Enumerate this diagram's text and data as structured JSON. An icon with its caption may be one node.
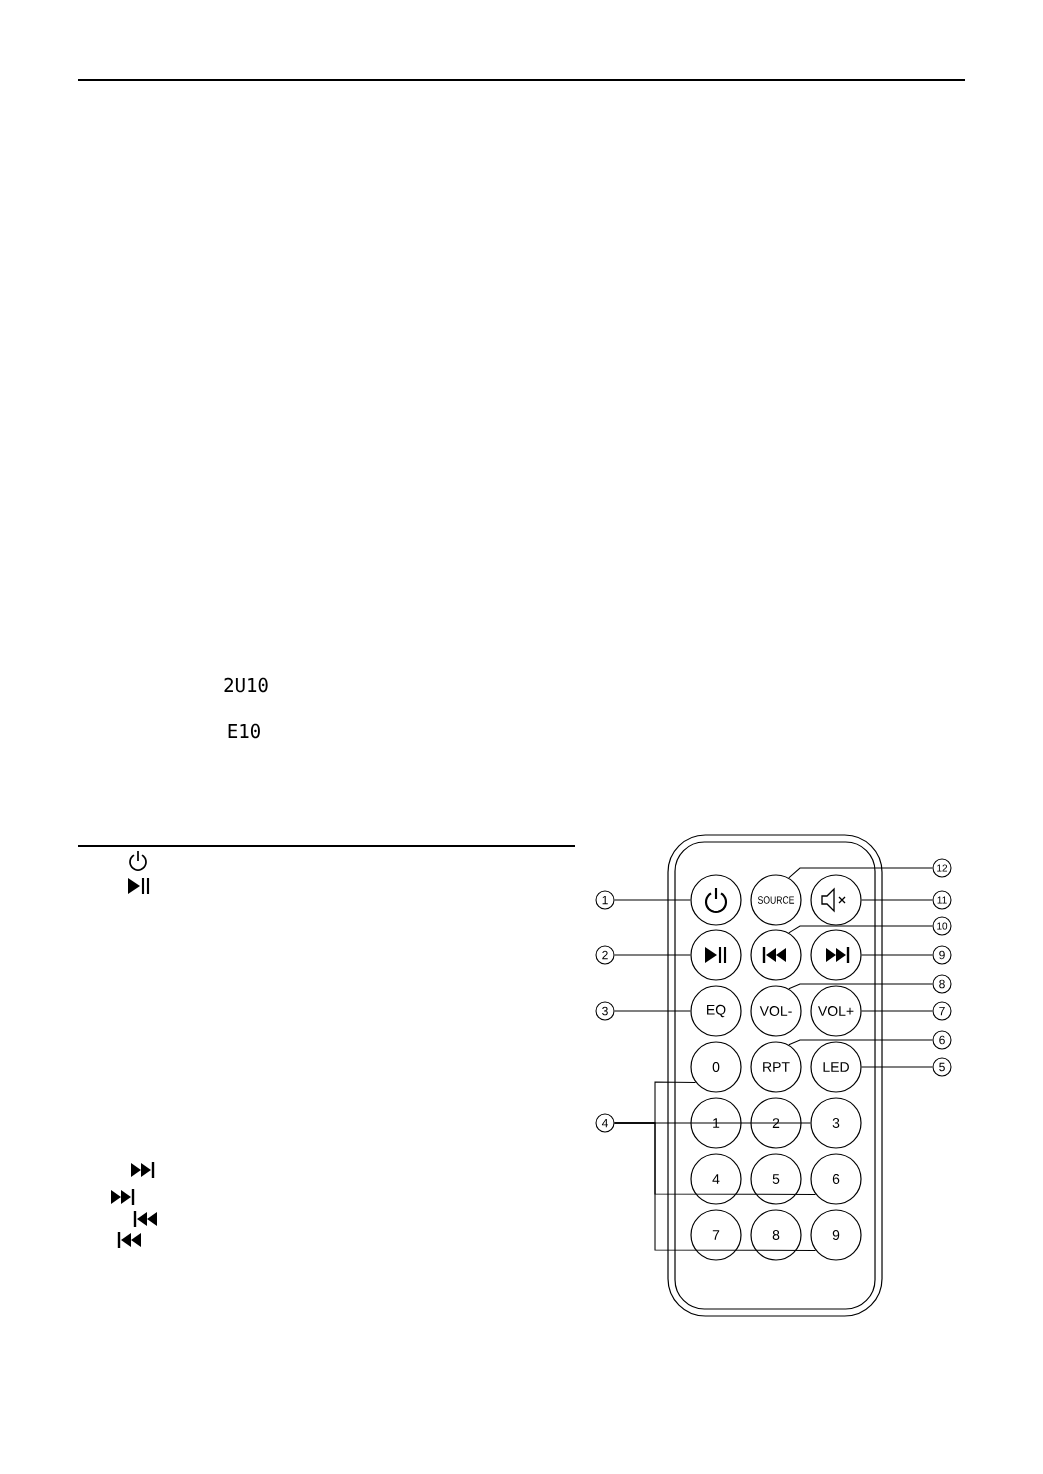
{
  "diagram": {
    "nodes": [
      {
        "text": [
          "12"
        ]
      },
      {
        "text": [
          "1"
        ]
      },
      {
        "text": [],
        "shape": "circle"
      },
      {
        "text": [
          "SOURCE"
        ]
      },
      {
        "text": [],
        "shape": "circle"
      },
      {
        "text": [
          "11"
        ]
      },
      {
        "text": [
          "10"
        ]
      },
      {
        "text": [
          "2"
        ]
      },
      {
        "text": [],
        "shape": "circle"
      },
      {
        "text": [],
        "shape": "circle"
      },
      {
        "text": [],
        "shape": "circle"
      },
      {
        "text": [
          "9"
        ]
      },
      {
        "text": [
          "8"
        ]
      },
      {
        "text": [
          "3"
        ]
      },
      {
        "text": [
          "EQ"
        ]
      },
      {
        "text": [
          "VOL-"
        ]
      },
      {
        "text": [
          "VOL+"
        ]
      },
      {
        "text": [
          "7"
        ]
      },
      {
        "text": [
          "6"
        ]
      },
      {
        "text": [
          "0"
        ]
      },
      {
        "text": [
          "RPT"
        ]
      },
      {
        "text": [
          "LED"
        ]
      },
      {
        "text": [
          "5"
        ]
      },
      {
        "text": [
          "4"
        ]
      },
      {
        "text": [
          "1"
        ]
      },
      {
        "text": [
          "2"
        ]
      },
      {
        "text": [
          "3"
        ]
      },
      {
        "text": [
          "4"
        ]
      },
      {
        "text": [
          "5"
        ]
      },
      {
        "text": [
          "6"
        ]
      },
      {
        "text": [
          "7"
        ]
      },
      {
        "text": [
          "8"
        ]
      },
      {
        "text": [
          "9"
        ]
      }
    ],
    "edges": [
      {
        "from": 1,
        "to": 2,
        "arrow": "none"
      },
      {
        "from": 7,
        "to": 8,
        "arrow": "none"
      },
      {
        "from": 13,
        "to": 14,
        "arrow": "none"
      },
      {
        "from": 23,
        "to": 19,
        "arrow": "none"
      },
      {
        "from": 23,
        "to": 26,
        "arrow": "none"
      },
      {
        "from": 23,
        "to": 29,
        "arrow": "none"
      },
      {
        "from": 23,
        "to": 32,
        "arrow": "none"
      },
      {
        "from": 22,
        "to": 21,
        "arrow": "none"
      },
      {
        "from": 18,
        "to": 20,
        "arrow": "none"
      },
      {
        "from": 17,
        "to": 16,
        "arrow": "none"
      },
      {
        "from": 12,
        "to": 15,
        "arrow": "none"
      },
      {
        "from": 11,
        "to": 10,
        "arrow": "none"
      },
      {
        "from": 6,
        "to": 9,
        "arrow": "none"
      },
      {
        "from": 5,
        "to": 4,
        "arrow": "none"
      },
      {
        "from": 0,
        "to": 3,
        "arrow": "none"
      }
    ],
    "labels": [
      "2U10",
      "E10"
    ]
  }
}
